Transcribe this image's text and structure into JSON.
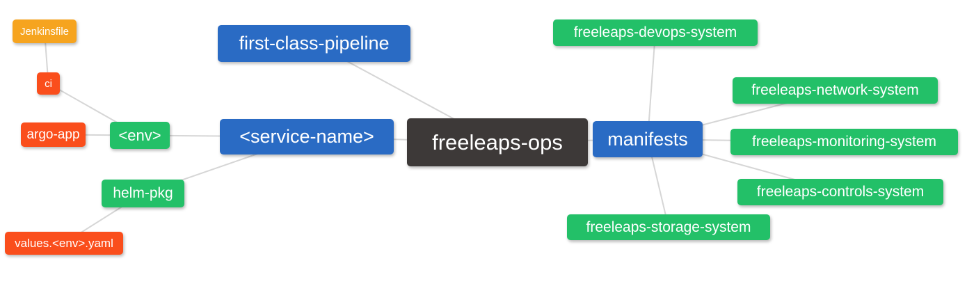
{
  "diagram": {
    "type": "mindmap",
    "background": "#ffffff",
    "root_label": "freeleaps-ops"
  },
  "palette": {
    "root": "#3d3938",
    "blue": "#2a6bc4",
    "green": "#23c068",
    "orange": "#f6a41f",
    "red": "#fa4e1c",
    "edge": "#d6d6d6",
    "text": "#ffffff"
  },
  "nodes": [
    {
      "id": "jenkinsfile",
      "label": "Jenkinsfile",
      "color": "orange"
    },
    {
      "id": "ci",
      "label": "ci",
      "color": "red"
    },
    {
      "id": "argo-app",
      "label": "argo-app",
      "color": "red"
    },
    {
      "id": "env",
      "label": "<env>",
      "color": "green"
    },
    {
      "id": "first-class-pipeline",
      "label": "first-class-pipeline",
      "color": "blue"
    },
    {
      "id": "service-name",
      "label": "<service-name>",
      "color": "blue"
    },
    {
      "id": "helm-pkg",
      "label": "helm-pkg",
      "color": "green"
    },
    {
      "id": "values-env-yaml",
      "label": "values.<env>.yaml",
      "color": "red"
    },
    {
      "id": "freeleaps-ops",
      "label": "freeleaps-ops",
      "color": "root"
    },
    {
      "id": "manifests",
      "label": "manifests",
      "color": "blue"
    },
    {
      "id": "devops-system",
      "label": "freeleaps-devops-system",
      "color": "green"
    },
    {
      "id": "network-system",
      "label": "freeleaps-network-system",
      "color": "green"
    },
    {
      "id": "monitoring-system",
      "label": "freeleaps-monitoring-system",
      "color": "green"
    },
    {
      "id": "controls-system",
      "label": "freeleaps-controls-system",
      "color": "green"
    },
    {
      "id": "storage-system",
      "label": "freeleaps-storage-system",
      "color": "green"
    }
  ],
  "edges": [
    [
      "jenkinsfile",
      "ci"
    ],
    [
      "ci",
      "env"
    ],
    [
      "argo-app",
      "env"
    ],
    [
      "env",
      "service-name"
    ],
    [
      "helm-pkg",
      "service-name"
    ],
    [
      "values-env-yaml",
      "helm-pkg"
    ],
    [
      "first-class-pipeline",
      "freeleaps-ops"
    ],
    [
      "service-name",
      "freeleaps-ops"
    ],
    [
      "freeleaps-ops",
      "manifests"
    ],
    [
      "manifests",
      "devops-system"
    ],
    [
      "manifests",
      "network-system"
    ],
    [
      "manifests",
      "monitoring-system"
    ],
    [
      "manifests",
      "controls-system"
    ],
    [
      "manifests",
      "storage-system"
    ]
  ]
}
